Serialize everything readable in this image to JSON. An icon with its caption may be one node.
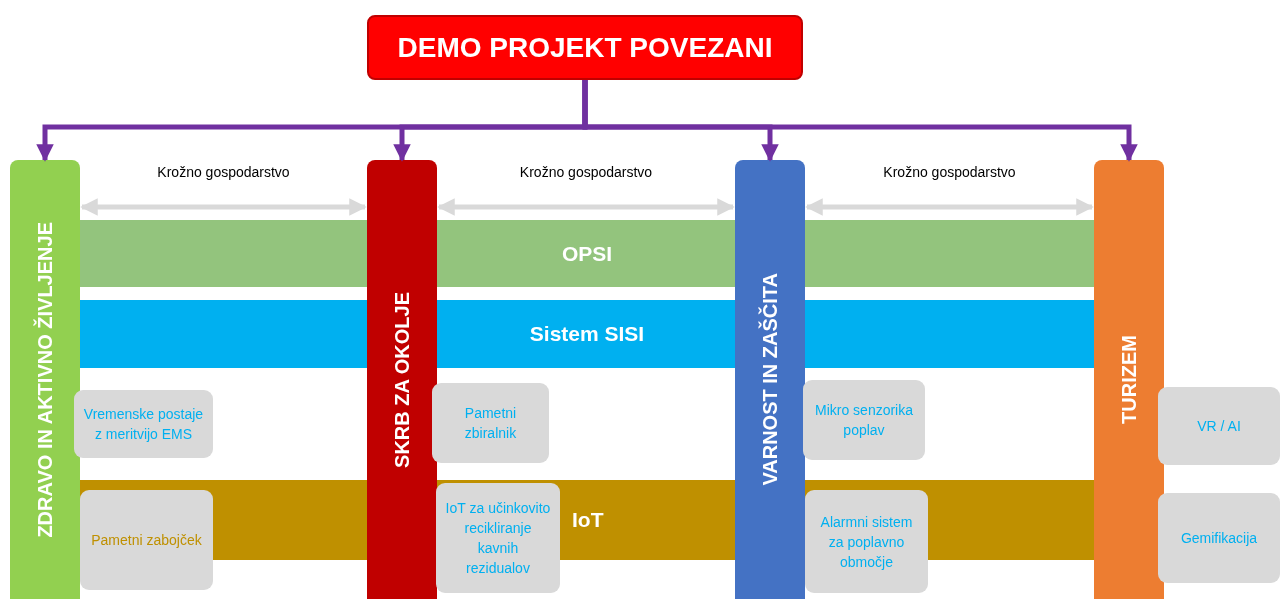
{
  "diagram": {
    "nodes": [
      {
        "text": [
          "DEMO PROJEKT POVEZANI"
        ]
      },
      {
        "text": [
          "ZDRAVO IN AKTIVNO ŽIVLJENJE"
        ]
      },
      {
        "text": [
          "SKRB ZA OKOLJE"
        ]
      },
      {
        "text": [
          "VARNOST IN ZAŠČITA"
        ]
      },
      {
        "text": [
          "TURIZEM"
        ]
      },
      {
        "text": [
          "OPSI"
        ]
      },
      {
        "text": [
          "Sistem SISI"
        ]
      },
      {
        "text": [
          "IoT"
        ]
      },
      {
        "text": [
          "Vremenske postaje z meritvijo EMS"
        ]
      },
      {
        "text": [
          "Pametni zabojček"
        ]
      },
      {
        "text": [
          "Pametni zbiralnik"
        ]
      },
      {
        "text": [
          "IoT za učinkovito recikliranje kavnih rezidualov"
        ]
      },
      {
        "text": [
          "Mikro senzorika poplav"
        ]
      },
      {
        "text": [
          "Alarmni sistem za poplavno območje"
        ]
      },
      {
        "text": [
          "VR / AI"
        ]
      },
      {
        "text": [
          "Gemifikacija"
        ]
      }
    ],
    "edges": [
      {
        "from": 0,
        "to": 1,
        "arrow": "to"
      },
      {
        "from": 0,
        "to": 2,
        "arrow": "to"
      },
      {
        "from": 0,
        "to": 3,
        "arrow": "to"
      },
      {
        "from": 0,
        "to": 4,
        "arrow": "to"
      },
      {
        "from": 1,
        "to": 2,
        "arrow": "both",
        "label": "Krožno gospodarstvo",
        "color": "#d9d9d9"
      },
      {
        "from": 2,
        "to": 3,
        "arrow": "both",
        "label": "Krožno gospodarstvo",
        "color": "#d9d9d9"
      },
      {
        "from": 3,
        "to": 4,
        "arrow": "both",
        "label": "Krožno gospodarstvo",
        "color": "#d9d9d9"
      }
    ]
  }
}
